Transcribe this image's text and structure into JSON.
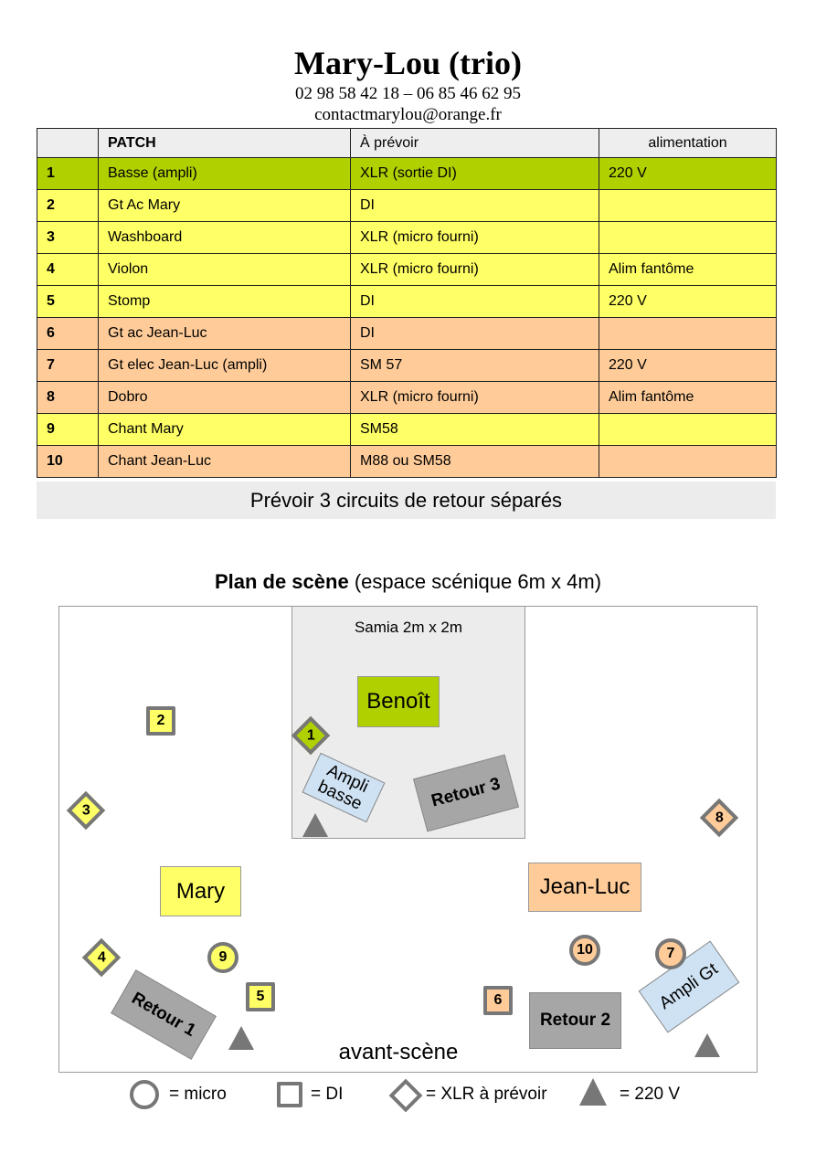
{
  "header": {
    "title": "Mary-Lou (trio)",
    "phones": "02 98 58 42 18 – 06 85 46 62 95",
    "email": "contactmarylou@orange.fr"
  },
  "patch": {
    "columns": [
      "",
      "PATCH",
      "À prévoir",
      "alimentation"
    ],
    "rows": [
      {
        "n": "1",
        "name": "Basse (ampli)",
        "need": "XLR (sortie DI)",
        "power": "220 V",
        "color": "#b1d000"
      },
      {
        "n": "2",
        "name": "Gt Ac Mary",
        "need": "DI",
        "power": "",
        "color": "#ffff66"
      },
      {
        "n": "3",
        "name": "Washboard",
        "need": "XLR (micro fourni)",
        "power": "",
        "color": "#ffff66"
      },
      {
        "n": "4",
        "name": "Violon",
        "need": "XLR (micro fourni)",
        "power": "Alim fantôme",
        "color": "#ffff66"
      },
      {
        "n": "5",
        "name": "Stomp",
        "need": "DI",
        "power": "220 V",
        "color": "#ffff66"
      },
      {
        "n": "6",
        "name": "Gt ac Jean-Luc",
        "need": "DI",
        "power": "",
        "color": "#ffcc99"
      },
      {
        "n": "7",
        "name": "Gt elec Jean-Luc (ampli)",
        "need": "SM 57",
        "power": "220 V",
        "color": "#ffcc99"
      },
      {
        "n": "8",
        "name": "Dobro",
        "need": "XLR (micro fourni)",
        "power": "Alim fantôme",
        "color": "#ffcc99"
      },
      {
        "n": "9",
        "name": "Chant Mary",
        "need": "SM58",
        "power": "",
        "color": "#ffff66"
      },
      {
        "n": "10",
        "name": "Chant Jean-Luc",
        "need": "M88 ou SM58",
        "power": "",
        "color": "#ffcc99"
      }
    ],
    "note": "Prévoir 3 circuits de retour séparés"
  },
  "plan": {
    "title_bold": "Plan de scène",
    "title_rest": " (espace scénique 6m x 4m)",
    "riser": "Samia 2m x 2m",
    "musicians": {
      "benoit": "Benoît",
      "mary": "Mary",
      "jeanluc": "Jean-Luc"
    },
    "monitors": {
      "r1": "Retour 1",
      "r2": "Retour 2",
      "r3": "Retour 3"
    },
    "amps": {
      "bass_1": "Ampli",
      "bass_2": "basse",
      "gt": "Ampli Gt"
    },
    "front": "avant-scène",
    "inputs": {
      "i1": "1",
      "i2": "2",
      "i3": "3",
      "i4": "4",
      "i5": "5",
      "i6": "6",
      "i7": "7",
      "i8": "8",
      "i9": "9",
      "i10": "10"
    }
  },
  "legend": {
    "micro": "= micro",
    "di": "= DI",
    "xlr": "= XLR à prévoir",
    "power": "= 220 V"
  }
}
